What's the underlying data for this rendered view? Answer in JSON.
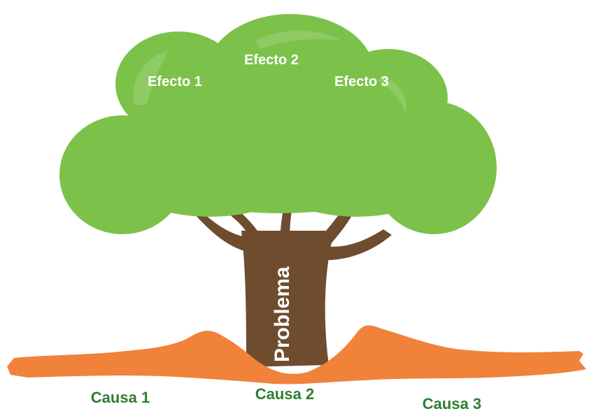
{
  "diagram": {
    "type": "problem-tree",
    "effects": [
      "Efecto 1",
      "Efecto 2",
      "Efecto 3"
    ],
    "problem": "Problema",
    "causes": [
      "Causa 1",
      "Causa 2",
      "Causa 3"
    ]
  },
  "colors": {
    "canopy": "#7CC24A",
    "canopy_highlight": "#9ED27A",
    "trunk": "#6E4C2E",
    "ground": "#F0823A",
    "effect_text": "#FFFFFF",
    "problem_text": "#FFFFFF",
    "cause_text": "#2E7D32"
  }
}
